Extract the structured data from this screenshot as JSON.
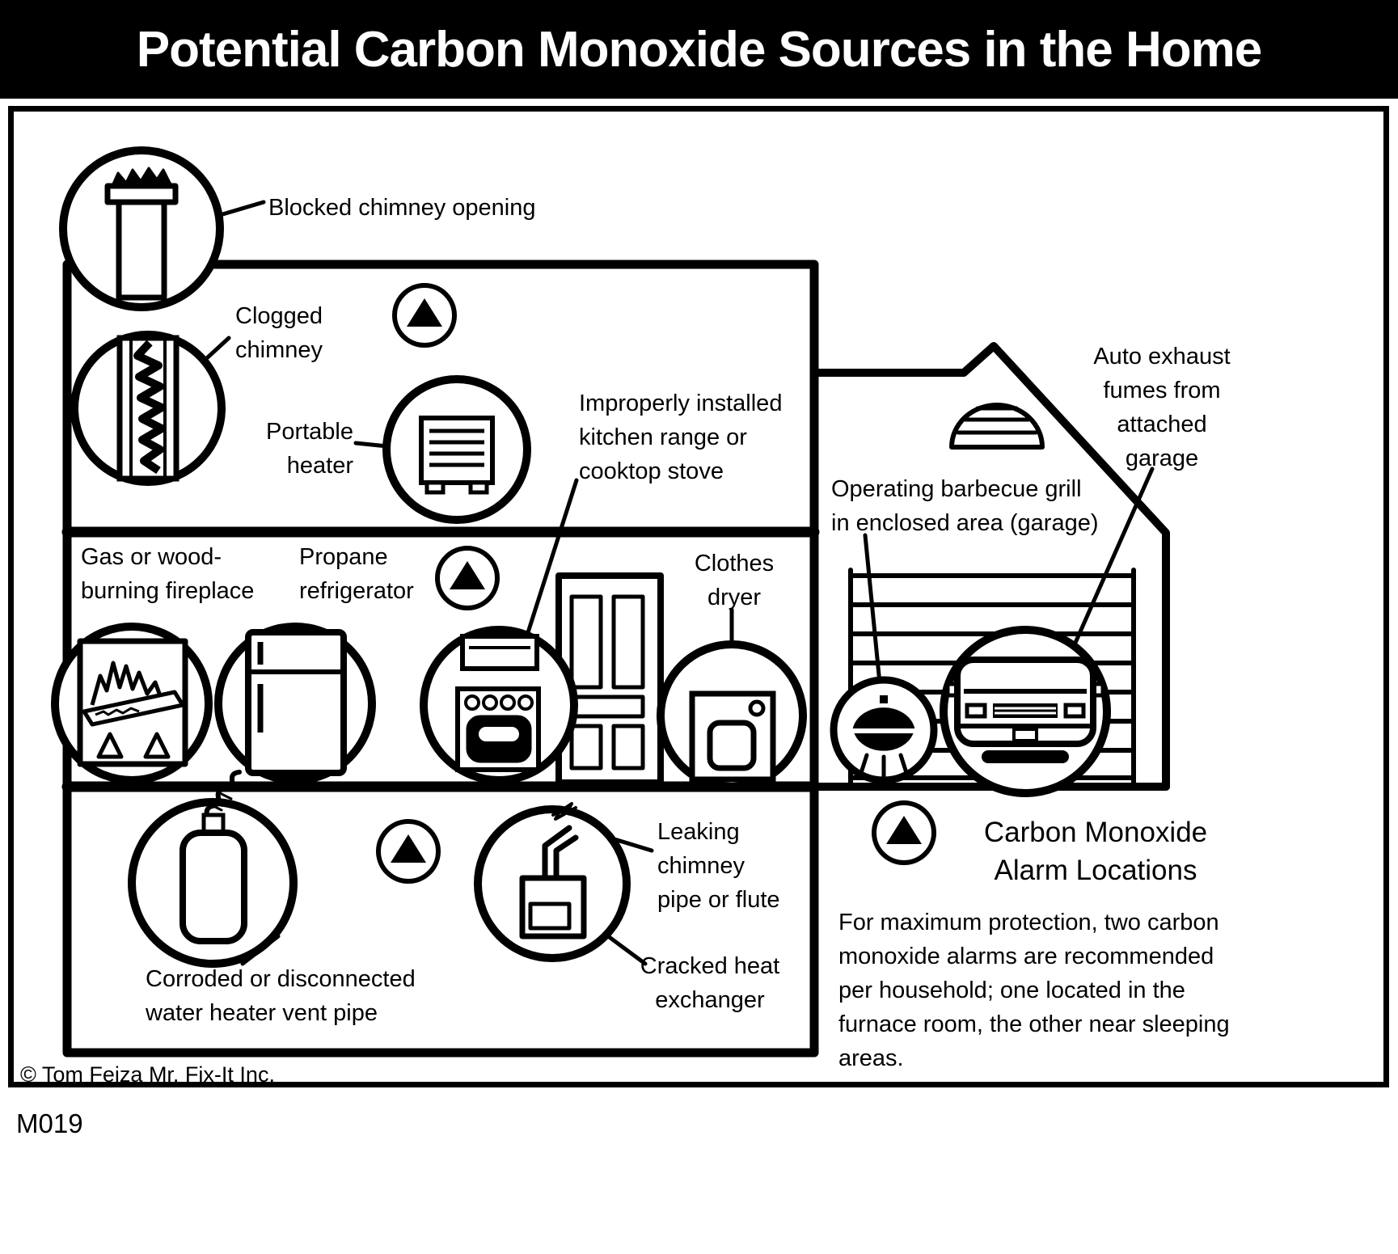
{
  "title": "Potential Carbon Monoxide Sources in the Home",
  "sources": {
    "blocked_chimney": "Blocked chimney opening",
    "clogged_chimney": "Clogged\nchimney",
    "portable_heater": "Portable\nheater",
    "kitchen_range": "Improperly installed\nkitchen range or\ncooktop stove",
    "fireplace": "Gas or wood-\nburning fireplace",
    "propane_refrigerator": "Propane\nrefrigerator",
    "clothes_dryer": "Clothes\ndryer",
    "barbecue_grill": "Operating barbecue grill\nin enclosed area (garage)",
    "auto_exhaust": "Auto exhaust\nfumes from\nattached\ngarage",
    "water_heater": "Corroded or disconnected\nwater heater vent pipe",
    "leaking_pipe": "Leaking\nchimney\npipe or flute",
    "cracked_exchanger": "Cracked heat\nexchanger"
  },
  "legend": {
    "heading": "Carbon Monoxide\nAlarm Locations",
    "body": "For maximum protection, two carbon\nmonoxide alarms are recommended\nper household; one located in the\nfurnace room, the other near sleeping\nareas."
  },
  "footer": {
    "copyright": "© Tom Feiza Mr. Fix-It Inc.",
    "code": "M019"
  },
  "colors": {
    "ink": "#000000",
    "paper": "#ffffff"
  }
}
